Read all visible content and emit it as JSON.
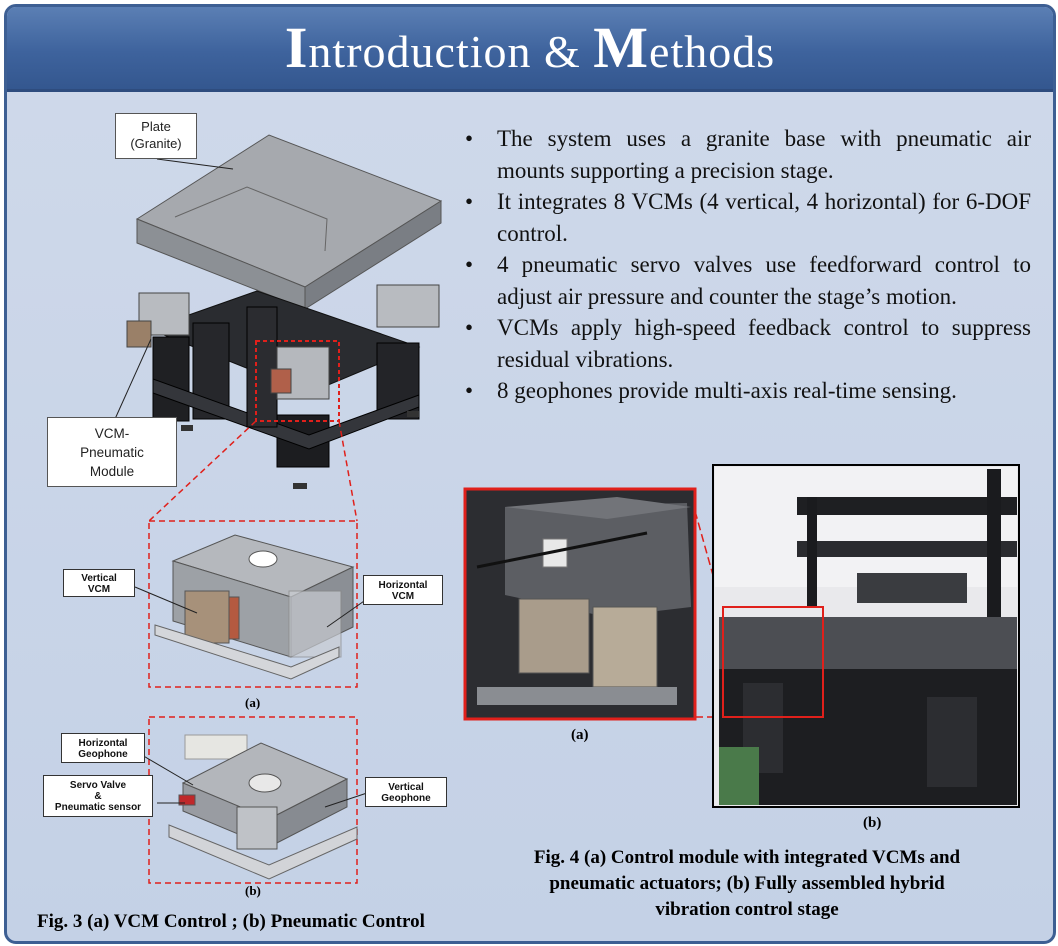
{
  "header": {
    "title_cap1": "I",
    "title_rest1": "ntroduction & ",
    "title_cap2": "M",
    "title_rest2": "ethods"
  },
  "bullets": [
    "The system uses a granite base with pneumatic air mounts supporting a precision stage.",
    "It integrates 8 VCMs (4 vertical, 4 horizontal) for 6-DOF control.",
    "4 pneumatic servo valves use feedforward control to adjust air pressure and counter the stage’s motion.",
    "VCMs apply high-speed feedback control to suppress residual vibrations.",
    "8 geophones provide multi-axis real-time sensing."
  ],
  "fig3": {
    "plate_label": "Plate\n(Granite)",
    "module_label": "VCM-\nPneumatic\nModule",
    "vertical_vcm": "Vertical\nVCM",
    "horizontal_vcm": "Horizontal\nVCM",
    "sub_a": "(a)",
    "horizontal_geophone": "Horizontal\nGeophone",
    "servo_valve": "Servo Valve\n&\nPneumatic sensor",
    "vertical_geophone": "Vertical\nGeophone",
    "sub_b": "(b)",
    "caption": "Fig. 3 (a) VCM Control ; (b) Pneumatic Control"
  },
  "fig4": {
    "sub_a": "(a)",
    "sub_b": "(b)",
    "caption_line1": "Fig. 4 (a) Control module with integrated VCMs and",
    "caption_line2": "pneumatic actuators; (b) Fully assembled hybrid",
    "caption_line3": "vibration control stage"
  },
  "colors": {
    "header": "#3e639d",
    "panel": "#c9d5e8",
    "highlight": "#e0201b"
  }
}
